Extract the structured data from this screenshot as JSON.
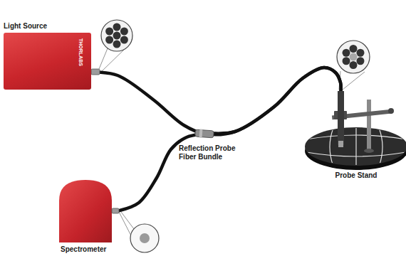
{
  "diagram": {
    "nodes": [
      {
        "text": [
          "Light Source",
          "THORLABS"
        ]
      },
      {
        "text": [
          "Spectrometer"
        ]
      },
      {
        "text": [
          "Probe Stand"
        ]
      }
    ],
    "edges": [
      {
        "from": 0,
        "to": 2,
        "arrow": "none"
      },
      {
        "from": 1,
        "to": 2,
        "arrow": "none"
      }
    ],
    "labels": [
      "Reflection Probe Fiber Bundle"
    ]
  }
}
